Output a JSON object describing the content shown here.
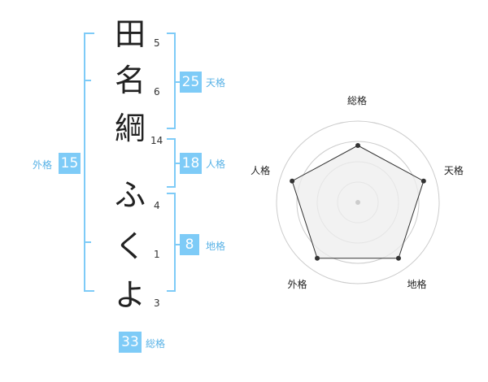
{
  "name_chars": [
    {
      "char": "田",
      "strokes": "5"
    },
    {
      "char": "名",
      "strokes": "6"
    },
    {
      "char": "綱",
      "strokes": "14"
    },
    {
      "char": "ふ",
      "strokes": "4"
    },
    {
      "char": "く",
      "strokes": "1"
    },
    {
      "char": "よ",
      "strokes": "3"
    }
  ],
  "kakusu": {
    "tenkaku": {
      "value": "25",
      "label": "天格"
    },
    "jinkaku": {
      "value": "18",
      "label": "人格"
    },
    "chikaku": {
      "value": "8",
      "label": "地格"
    },
    "gaikaku": {
      "value": "15",
      "label": "外格"
    },
    "soukaku": {
      "value": "33",
      "label": "総格"
    }
  },
  "colors": {
    "bracket": "#7ecbf7",
    "badge": "#7ecbf7",
    "badge_text": "#ffffff",
    "label": "#58b2e6",
    "radar_fill": "#eeeeee",
    "radar_line": "#333333",
    "ring": "#cccccc"
  },
  "chart_data": {
    "type": "radar",
    "axes": [
      "総格",
      "天格",
      "地格",
      "外格",
      "人格"
    ],
    "values": [
      0.7,
      0.85,
      0.85,
      0.85,
      0.85
    ],
    "value_scale": [
      0,
      1
    ],
    "rings": 4
  }
}
